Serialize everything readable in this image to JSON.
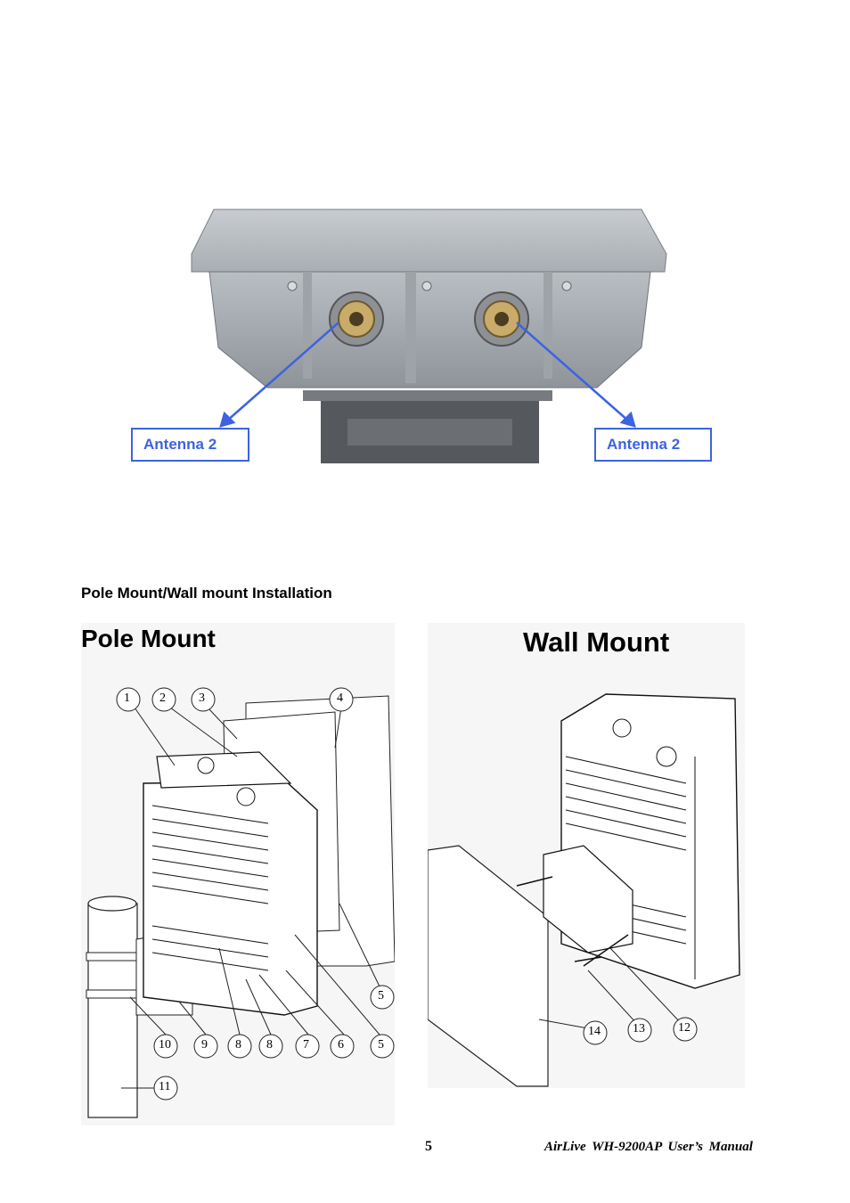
{
  "photo": {
    "callout_left": "Antenna 2",
    "callout_right": "Antenna 2",
    "accent_color": "#3d63e0"
  },
  "section_heading": "Pole Mount/Wall mount Installation",
  "pole_mount": {
    "title": "Pole Mount",
    "callouts": [
      "1",
      "2",
      "3",
      "4",
      "5",
      "5",
      "6",
      "7",
      "8",
      "8",
      "9",
      "10",
      "11"
    ]
  },
  "wall_mount": {
    "title": "Wall Mount",
    "callouts": [
      "12",
      "13",
      "14"
    ]
  },
  "footer": {
    "page_number": "5",
    "manual_title": "AirLive WH-9200AP User’s Manual"
  }
}
